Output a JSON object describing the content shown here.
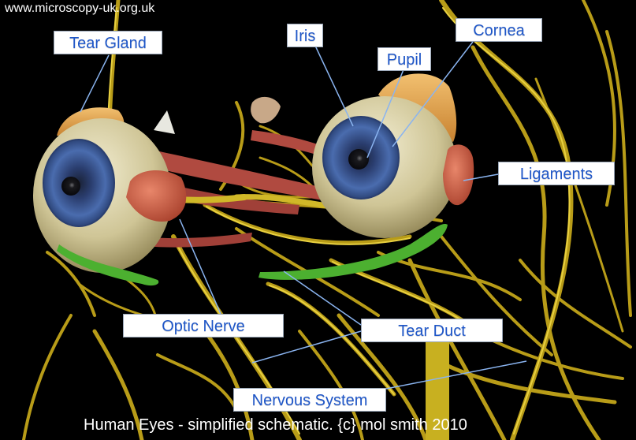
{
  "website": "www.microscopy-uk.org.uk",
  "caption": "Human Eyes - simplified schematic. {c} mol smith 2010",
  "labels": {
    "tear_gland": "Tear Gland",
    "iris": "Iris",
    "pupil": "Pupil",
    "cornea": "Cornea",
    "ligaments": "Ligaments",
    "optic_nerve": "Optic Nerve",
    "tear_duct": "Tear Duct",
    "nervous_system": "Nervous System"
  },
  "colors": {
    "background": "#000000",
    "label_text": "#1e56c8",
    "leader_line": "#8ab4f0",
    "nerve": "#c8b020",
    "eyeball": "#d8d0a0",
    "iris": "#3a5a9a",
    "tear_gland": "#e8a850",
    "ligament": "#d06a50",
    "tear_duct": "#48b030"
  }
}
